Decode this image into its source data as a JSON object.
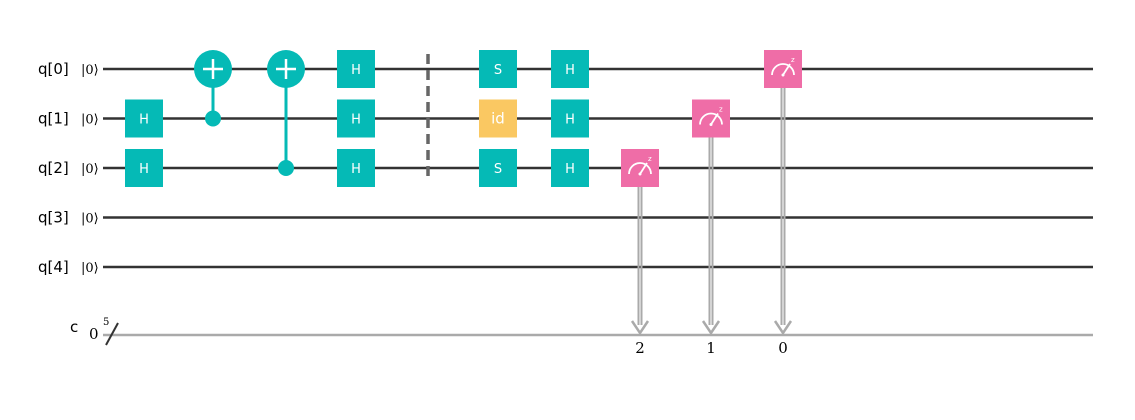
{
  "colors": {
    "wire": "#333333",
    "classical_wire": "#aaaaaa",
    "hadamard": "#05bab6",
    "cnot": "#05bab6",
    "s_gate": "#05bab6",
    "id_gate": "#fac862",
    "measure": "#ef6da7",
    "barrier": "#666666"
  },
  "qubits": [
    {
      "label": "q[0]",
      "init": "|0⟩"
    },
    {
      "label": "q[1]",
      "init": "|0⟩"
    },
    {
      "label": "q[2]",
      "init": "|0⟩"
    },
    {
      "label": "q[3]",
      "init": "|0⟩"
    },
    {
      "label": "q[4]",
      "init": "|0⟩"
    }
  ],
  "classical": {
    "label": "c",
    "init": "0",
    "width": "5"
  },
  "gates": [
    {
      "type": "single",
      "text": "H",
      "qubit": 1,
      "col": 0,
      "color": "hadamard"
    },
    {
      "type": "single",
      "text": "H",
      "qubit": 2,
      "col": 0,
      "color": "hadamard"
    },
    {
      "type": "cx",
      "control": 1,
      "target": 0,
      "col": 1
    },
    {
      "type": "cx",
      "control": 2,
      "target": 0,
      "col": 2
    },
    {
      "type": "single",
      "text": "H",
      "qubit": 0,
      "col": 3,
      "color": "hadamard"
    },
    {
      "type": "single",
      "text": "H",
      "qubit": 1,
      "col": 3,
      "color": "hadamard"
    },
    {
      "type": "single",
      "text": "H",
      "qubit": 2,
      "col": 3,
      "color": "hadamard"
    },
    {
      "type": "barrier",
      "qubits": [
        0,
        1,
        2
      ],
      "col": 4
    },
    {
      "type": "single",
      "text": "S",
      "qubit": 0,
      "col": 5,
      "color": "s_gate"
    },
    {
      "type": "single",
      "text": "id",
      "qubit": 1,
      "col": 5,
      "color": "id_gate"
    },
    {
      "type": "single",
      "text": "S",
      "qubit": 2,
      "col": 5,
      "color": "s_gate"
    },
    {
      "type": "single",
      "text": "H",
      "qubit": 0,
      "col": 6,
      "color": "hadamard"
    },
    {
      "type": "single",
      "text": "H",
      "qubit": 1,
      "col": 6,
      "color": "hadamard"
    },
    {
      "type": "single",
      "text": "H",
      "qubit": 2,
      "col": 6,
      "color": "hadamard"
    },
    {
      "type": "measure",
      "qubit": 2,
      "col": 7,
      "bit": "2"
    },
    {
      "type": "measure",
      "qubit": 1,
      "col": 8,
      "bit": "1"
    },
    {
      "type": "measure",
      "qubit": 0,
      "col": 9,
      "bit": "0"
    }
  ]
}
